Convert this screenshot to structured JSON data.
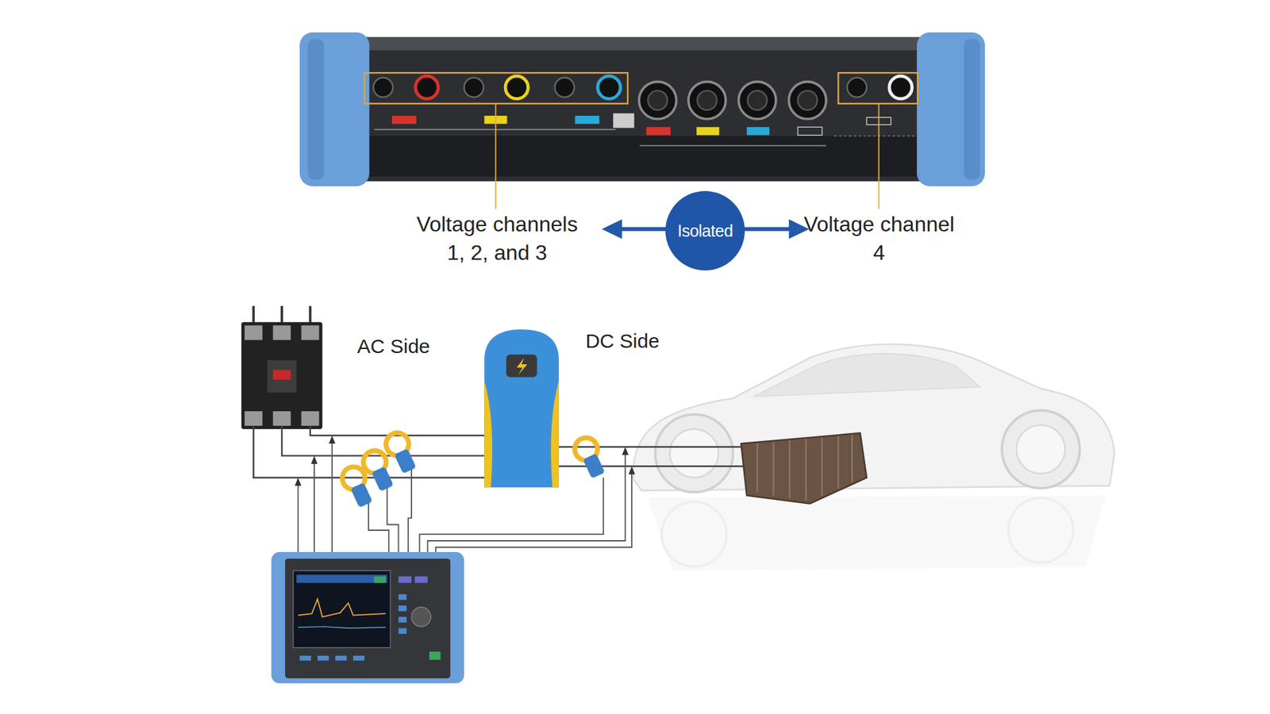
{
  "diagram": {
    "nodes": [
      {
        "text": [
          "Isolated"
        ]
      }
    ],
    "labels": [
      "Voltage channels 1, 2, and 3",
      "Voltage channel 4",
      "AC Side",
      "DC Side"
    ]
  }
}
